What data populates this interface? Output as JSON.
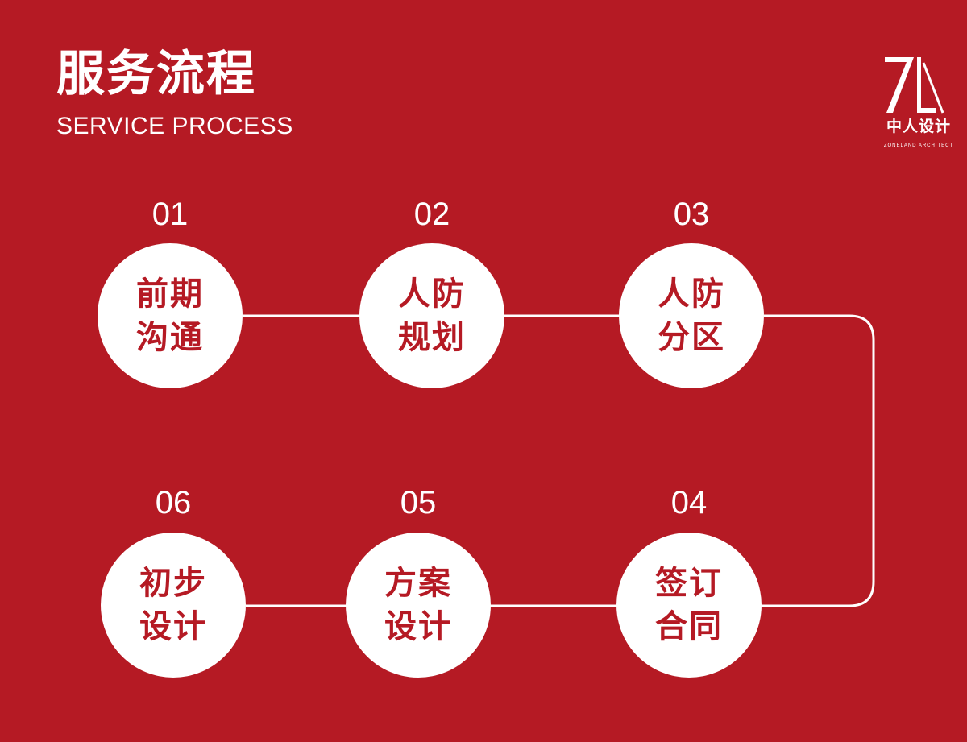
{
  "header": {
    "title": "服务流程",
    "subtitle": "SERVICE PROCESS"
  },
  "logo": {
    "cn": "中人设计",
    "en": "ZONELAND ARCHITECT"
  },
  "steps": [
    {
      "number": "01",
      "line1": "前期",
      "line2": "沟通"
    },
    {
      "number": "02",
      "line1": "人防",
      "line2": "规划"
    },
    {
      "number": "03",
      "line1": "人防",
      "line2": "分区"
    },
    {
      "number": "04",
      "line1": "签订",
      "line2": "合同"
    },
    {
      "number": "05",
      "line1": "方案",
      "line2": "设计"
    },
    {
      "number": "06",
      "line1": "初步",
      "line2": "设计"
    }
  ],
  "colors": {
    "background": "#b51a24",
    "circle": "#ffffff",
    "circle_text": "#b51a24",
    "connector": "#ffffff"
  }
}
